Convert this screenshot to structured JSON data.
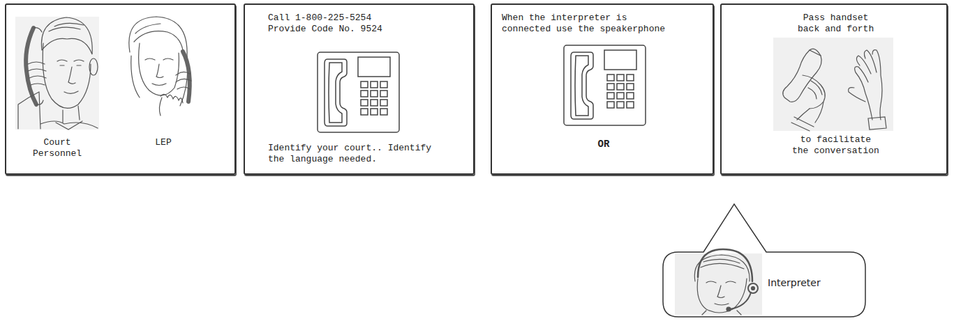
{
  "diagram": {
    "nodes": [
      {
        "text": [
          "Court Personnel",
          "LEP"
        ]
      },
      {
        "text": [
          "Call 1-800-225-5254 Provide Code No. 9524",
          "Identify your court.. Identify the language needed."
        ]
      },
      {
        "text": [
          "When the interpreter is connected use the speakerphone",
          "OR"
        ]
      },
      {
        "text": [
          "Pass handset back and forth",
          "to facilitate the conversation"
        ]
      },
      {
        "text": [
          "Interpreter"
        ]
      }
    ]
  }
}
